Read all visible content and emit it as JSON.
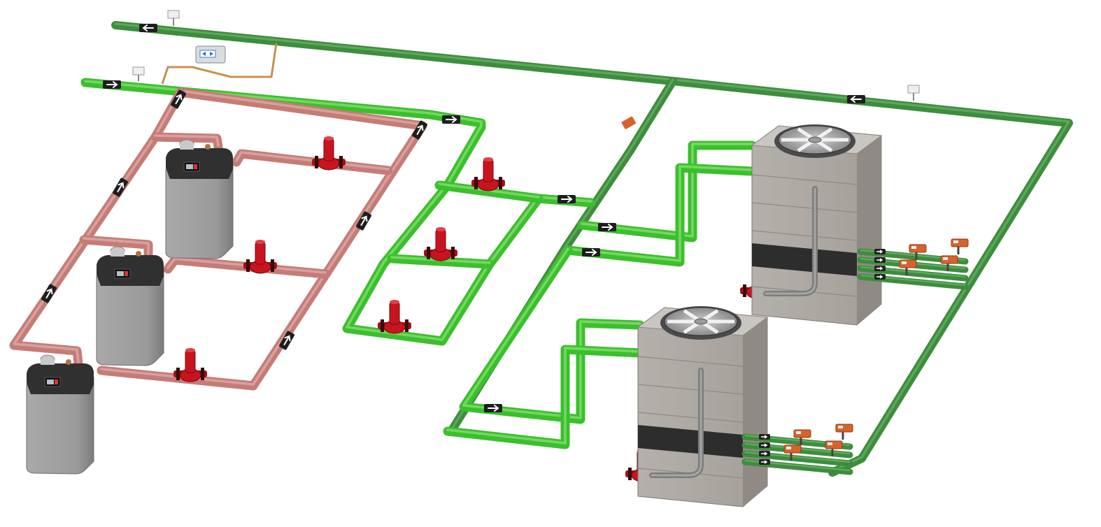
{
  "colors": {
    "main_loop": "#3f8c3f",
    "main_loop_highlight": "#5fb05f",
    "secondary_loop": "#3cbf2e",
    "secondary_loop_highlight": "#7fe06a",
    "boiler_loop": "#c47c77",
    "boiler_loop_highlight": "#e0a8a3",
    "pump": "#c8141e",
    "valve": "#d9622b",
    "copper_line": "#c89050",
    "boiler_body": "#8e8e8e",
    "boiler_top": "#303030",
    "tower_body": "#a6a19b",
    "tower_panel": "#2d2d2d"
  },
  "components": {
    "boilers": 3,
    "boiler_pumps": 3,
    "secondary_pumps": 3,
    "cooling_towers": 2,
    "control_valves_per_tower": 4,
    "tower_pumps": 2
  },
  "icons": {
    "flow_arrow": "flow-arrow-icon",
    "temperature_sensor": "temperature-sensor-icon",
    "controller": "controller-icon",
    "fan": "fan-icon"
  }
}
